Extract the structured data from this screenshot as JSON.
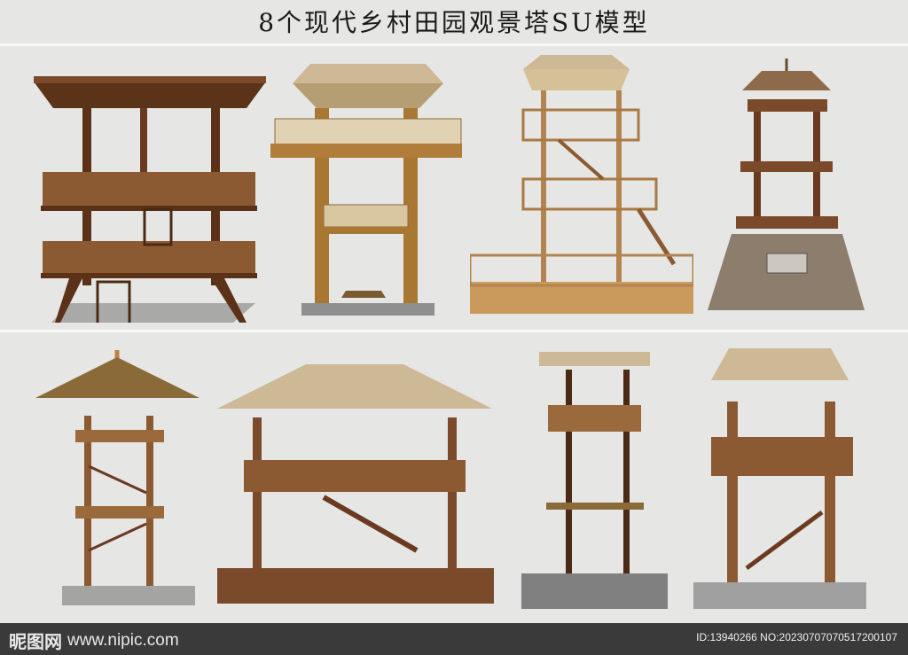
{
  "title": "8个现代乡村田园观景塔SU模型",
  "watermark": {
    "brand": "昵图网",
    "site": "www.nipic.com",
    "id_text": "ID:13940266 NO:20230707070517200107"
  },
  "colors": {
    "wood_dark": "#6a3a20",
    "wood_mid": "#8b5a33",
    "wood_light": "#c79a5c",
    "thatch": "#cdb995",
    "stone": "#8d7d6c",
    "shadow": "#a7a7a5"
  },
  "models": [
    {
      "style": "flat-roof-two-deck"
    },
    {
      "style": "thatch-roof-square-pillars"
    },
    {
      "style": "light-wood-frame-with-stairs"
    },
    {
      "style": "stone-base-lookout"
    },
    {
      "style": "round-thatch-spiral"
    },
    {
      "style": "wide-pavilion-deck"
    },
    {
      "style": "slim-pole-tower"
    },
    {
      "style": "thatch-roof-heavy-posts"
    }
  ]
}
